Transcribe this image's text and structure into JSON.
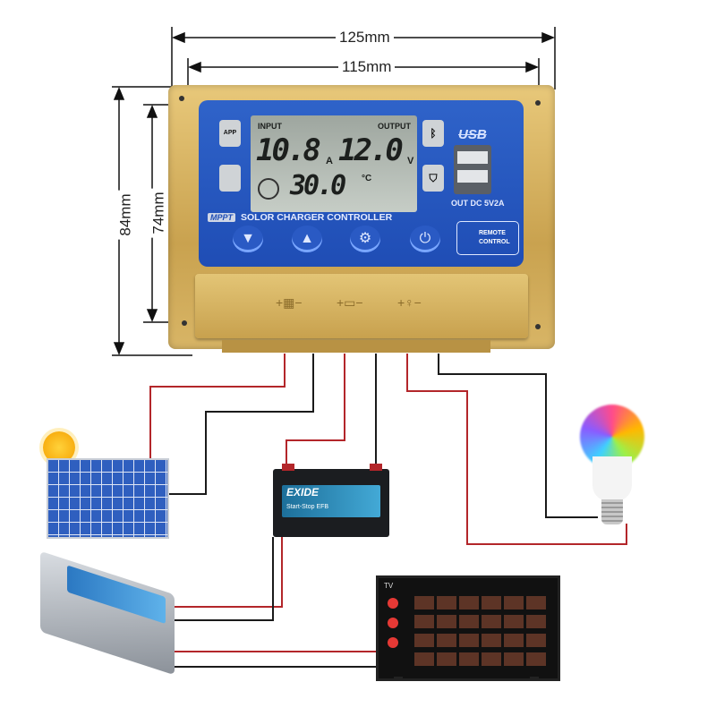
{
  "dimensions": {
    "outer_width": "125mm",
    "inner_width": "115mm",
    "outer_height": "84mm",
    "inner_height": "74mm"
  },
  "controller": {
    "lcd": {
      "input_label": "INPUT",
      "output_label": "OUTPUT",
      "current": "10.8",
      "current_unit": "A",
      "voltage": "12.0",
      "voltage_unit": "V",
      "temperature": "30.0",
      "temperature_unit": "°C"
    },
    "side_buttons": {
      "app": "APP"
    },
    "title_badge": "MPPT",
    "title": "SOLOR CHARGER CONTROLLER",
    "usb_label": "USB",
    "usb_output": "OUT DC 5V2A",
    "remote_control": "REMOTE CONTROL",
    "buttons": {
      "down": "▼",
      "up": "▲",
      "settings": "⚙",
      "power": "⏻"
    },
    "terminals": [
      "+▦−",
      "+▭−",
      "+♀−"
    ]
  },
  "battery": {
    "brand": "EXIDE",
    "model": "Start-Stop EFB"
  },
  "tv": {
    "label": "TV"
  },
  "colors": {
    "wire_red": "#b3262a",
    "wire_black": "#1a1a1a",
    "panel_blue": "#2558c0",
    "body_gold": "#d4b062",
    "solar_blue": "#2f5fbf"
  }
}
